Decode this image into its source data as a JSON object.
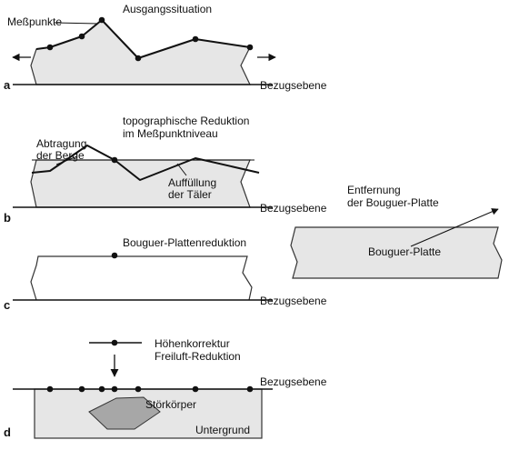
{
  "colors": {
    "fill": "#e6e6e6",
    "line": "#111111",
    "body_fill": "#a7a7a7"
  },
  "panels": {
    "a": {
      "letter": "a",
      "title": "Ausgangssituation",
      "points_label": "Meßpunkte",
      "datum_label": "Bezugsebene"
    },
    "b": {
      "letter": "b",
      "title_line1": "topographische Reduktion",
      "title_line2": "im Meßpunktniveau",
      "removal_line1": "Abtragung",
      "removal_line2": "der Berge",
      "fill_line1": "Auffüllung",
      "fill_line2": "der Täler",
      "datum_label": "Bezugsebene"
    },
    "c": {
      "letter": "c",
      "title": "Bouguer-Plattenreduktion",
      "datum_label": "Bezugsebene",
      "removal_line1": "Entfernung",
      "removal_line2": "der Bouguer-Platte",
      "plate_label": "Bouguer-Platte"
    },
    "d": {
      "letter": "d",
      "title_line1": "Höhenkorrektur",
      "title_line2": "Freiluft-Reduktion",
      "datum_label": "Bezugsebene",
      "body_label": "Störkörper",
      "ground_label": "Untergrund"
    }
  }
}
